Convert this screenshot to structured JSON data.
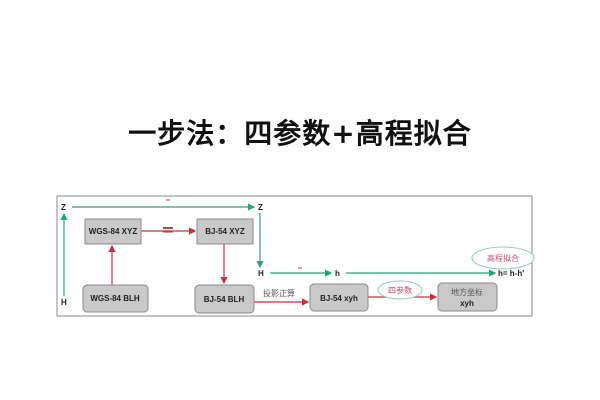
{
  "title": "一步法：四参数+高程拟合",
  "diagram": {
    "nodes": {
      "wgs_xyz": "WGS-84 XYZ",
      "bj_xyz": "BJ-54  XYZ",
      "wgs_blh": "WGS-84 BLH",
      "bj_blh": "BJ-54 BLH",
      "bj_xyh": "BJ-54 xyh",
      "local_1": "地方坐标",
      "local_2": "xyh"
    },
    "labels": {
      "z_left": "Z",
      "h_left": "H",
      "z_right": "Z",
      "h_mid": "H",
      "h_small": "h",
      "h_result": "h= h-h'",
      "eq_top": "=",
      "eq_mid": "=",
      "eq_red": "=",
      "projection": "投影正算",
      "four_param": "四参数",
      "height_fit": "高程拟合"
    },
    "colors": {
      "green": "#2aa37a",
      "red": "#c8323c",
      "box": "#c9c9c9"
    }
  }
}
